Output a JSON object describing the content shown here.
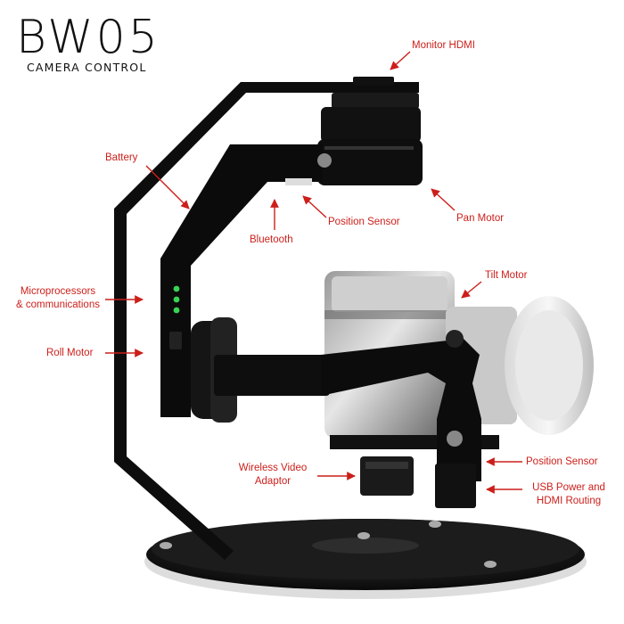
{
  "logo": {
    "name": "BW05",
    "subtitle": "CAMERA CONTROL"
  },
  "labels": {
    "monitor_hdmi": "Monitor HDMI",
    "battery": "Battery",
    "position_sensor_top": "Position Sensor",
    "bluetooth": "Bluetooth",
    "pan_motor": "Pan Motor",
    "tilt_motor": "Tilt Motor",
    "microprocessors_line1": "Microprocessors",
    "microprocessors_line2": "& communications",
    "roll_motor": "Roll Motor",
    "position_sensor_bottom": "Position Sensor",
    "wireless_line1": "Wireless Video",
    "wireless_line2": "Adaptor",
    "usb_line1": "USB Power and",
    "usb_line2": "HDMI Routing"
  },
  "colors": {
    "annotation": "#cc1f1a",
    "led": "#39d353",
    "frame": "#0d0d0d"
  }
}
